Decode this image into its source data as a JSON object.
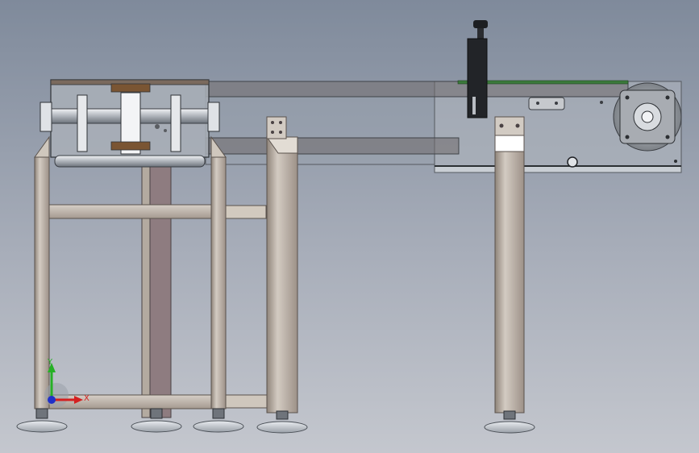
{
  "app": {
    "view": "front-orthographic-view"
  },
  "colors": {
    "background_top": "#7f8a9b",
    "background_bottom": "#c4c7ce",
    "frame_tube": "#b9b0a6",
    "frame_tube_shade": "#8f847a",
    "rear_leg": "#8e7c80",
    "conveyor_glass": "#9aa2ad",
    "belt_dark": "#3f4348",
    "belt_green": "#3b7a3b",
    "motor_plate": "#a8acb2",
    "roller": "#cfd3d8",
    "sprocket_brown": "#7a5533",
    "axis_x": "#d42020",
    "axis_y": "#26b026",
    "axis_z": "#2030c8"
  },
  "triad": {
    "x_label": "X",
    "y_label": "Y"
  },
  "feet": [
    {
      "name": "leveling-foot-1"
    },
    {
      "name": "leveling-foot-2"
    },
    {
      "name": "leveling-foot-3"
    },
    {
      "name": "leveling-foot-4"
    },
    {
      "name": "leveling-foot-5"
    }
  ]
}
